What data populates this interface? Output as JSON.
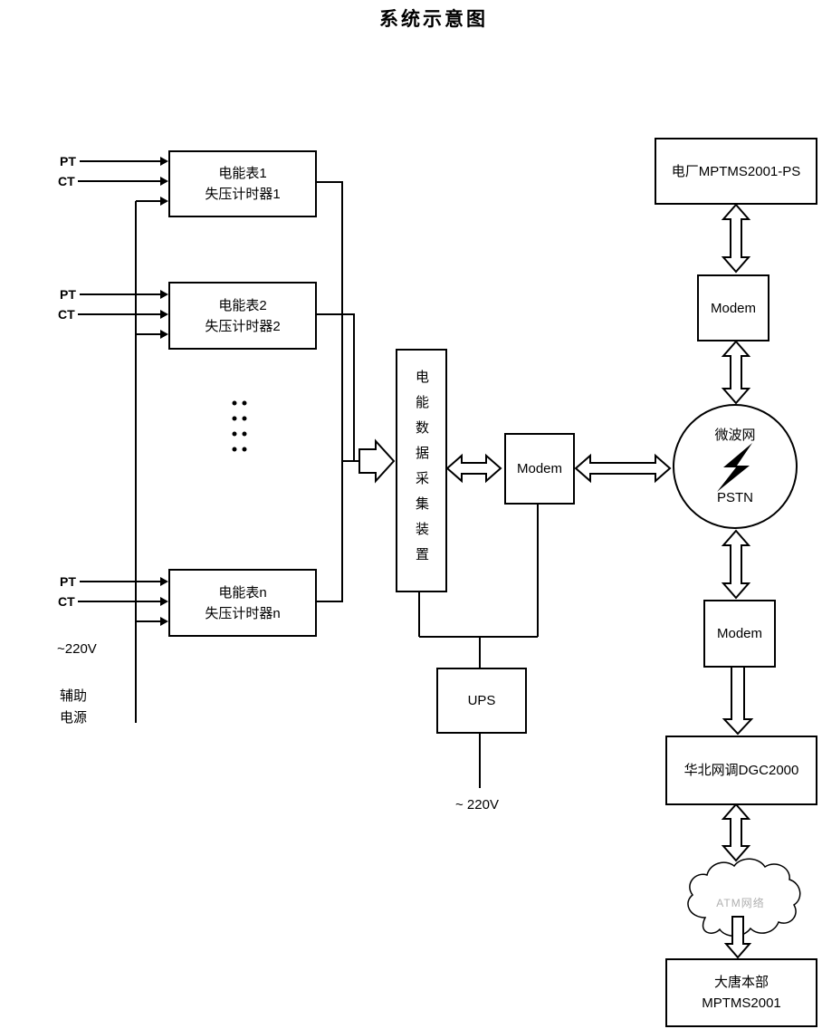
{
  "title": "系统示意图",
  "meters": [
    {
      "name": "电能表1",
      "timer": "失压计时器1",
      "pt": "PT",
      "ct": "CT"
    },
    {
      "name": "电能表2",
      "timer": "失压计时器2",
      "pt": "PT",
      "ct": "CT"
    },
    {
      "name": "电能表n",
      "timer": "失压计时器n",
      "pt": "PT",
      "ct": "CT"
    }
  ],
  "aux": {
    "voltage": "~220V",
    "line1": "辅助",
    "line2": "电源"
  },
  "collector": {
    "label": "电能数据采集装置"
  },
  "modems": {
    "center": "Modem",
    "plant": "Modem",
    "dispatch": "Modem"
  },
  "ups": {
    "label": "UPS",
    "input": "~ 220V"
  },
  "plant": {
    "label": "电厂MPTMS2001-PS"
  },
  "network": {
    "top": "微波网",
    "bottom": "PSTN"
  },
  "dispatch": {
    "label": "华北网调DGC2000"
  },
  "atm": {
    "label": "ATM网络"
  },
  "hq": {
    "line1": "大唐本部",
    "line2": "MPTMS2001"
  },
  "colors": {
    "line": "#000000",
    "background": "#ffffff",
    "atm_text": "#b0b0b0"
  }
}
